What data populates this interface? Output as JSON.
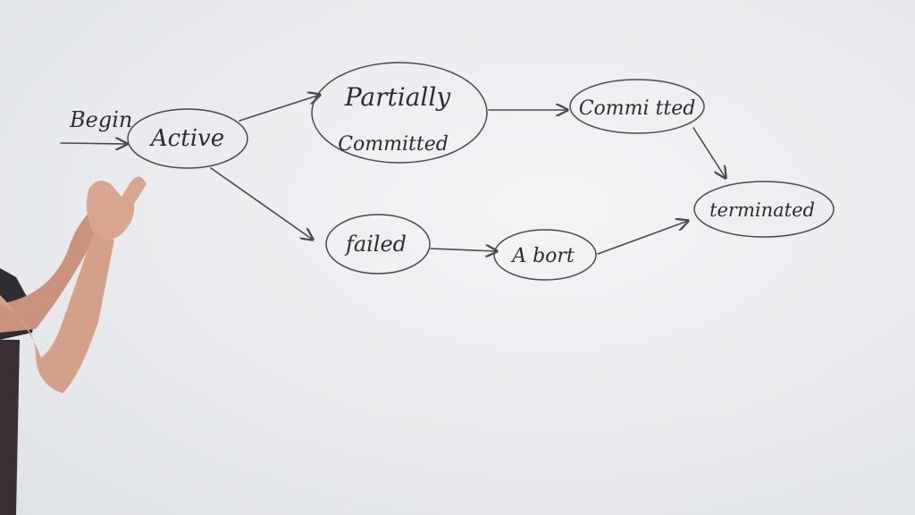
{
  "diagram": {
    "start_label": "Begin",
    "nodes": {
      "active": "Active",
      "partially_line1": "Partially",
      "partially_line2": "Committed",
      "committed": "Commi tted",
      "failed": "failed",
      "abort": "A bort",
      "terminated": "terminated"
    }
  }
}
